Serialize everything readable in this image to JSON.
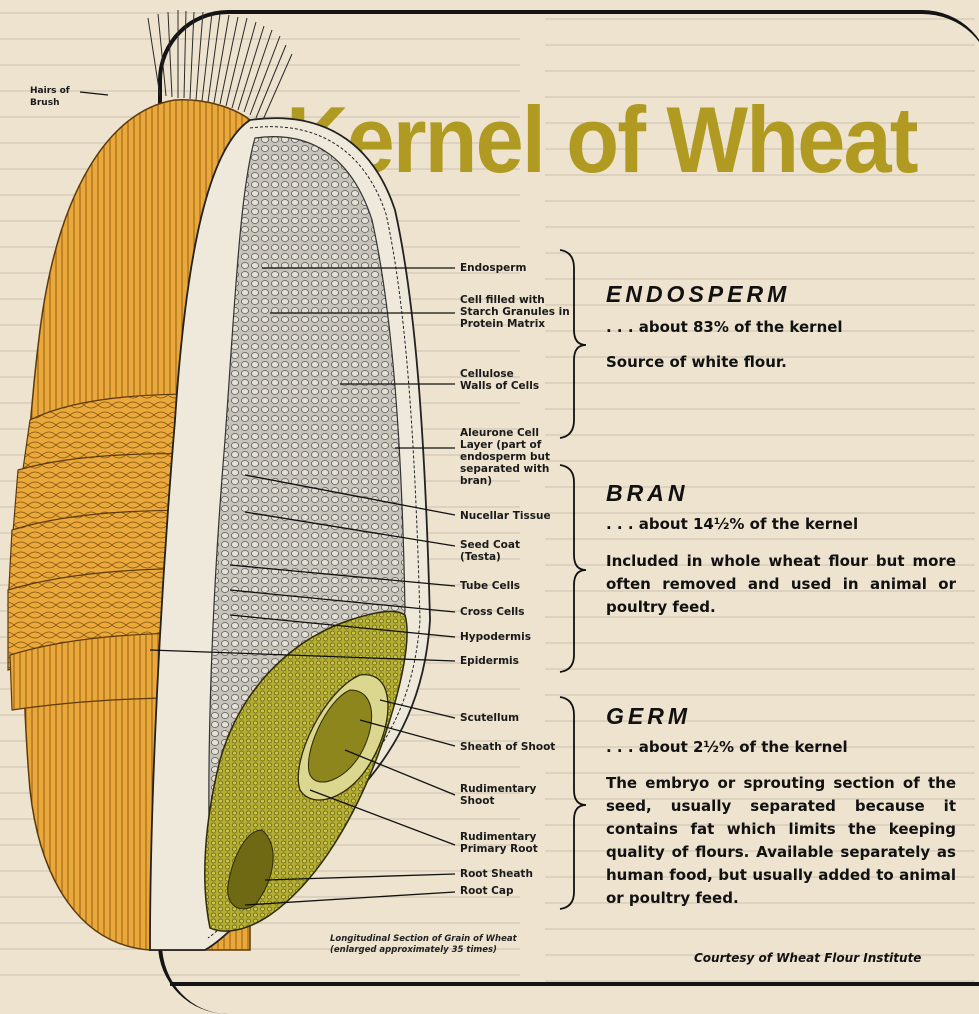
{
  "title": "Kernel of Wheat",
  "labels": {
    "hairs": "Hairs of Brush",
    "endosperm": "Endosperm",
    "cell_filled": "Cell filled with Starch Granules in Protein Matrix",
    "cellulose": "Cellulose Walls of Cells",
    "aleurone": "Aleurone Cell Layer (part of endosperm but separated with bran)",
    "nucellar": "Nucellar Tissue",
    "seed_coat": "Seed Coat (Testa)",
    "tube_cells": "Tube Cells",
    "cross_cells": "Cross Cells",
    "hypodermis": "Hypodermis",
    "epidermis": "Epidermis",
    "scutellum": "Scutellum",
    "sheath_shoot": "Sheath of Shoot",
    "rud_shoot": "Rudimentary Shoot",
    "rud_root": "Rudimentary Primary Root",
    "root_sheath": "Root Sheath",
    "root_cap": "Root Cap"
  },
  "sections": {
    "endosperm": {
      "name": "ENDOSPERM",
      "percent": ". . . about 83% of the kernel",
      "desc": "Source of white flour."
    },
    "bran": {
      "name": "BRAN",
      "percent": ". . . about 14½% of the kernel",
      "desc": "Included in whole wheat flour but more often removed and used in animal or poultry feed."
    },
    "germ": {
      "name": "GERM",
      "percent": ". . . about 2½% of the kernel",
      "desc": "The embryo or sprouting section of the seed, usually separated because it contains fat which limits the keeping quality of flours. Available separately as human food, but usually added to animal or poultry feed."
    }
  },
  "caption": "Longitudinal Section of Grain of Wheat (enlarged approximately 35 times)",
  "courtesy": "Courtesy of Wheat Flour Institute",
  "colors": {
    "title": "#b09a22",
    "bran": "#e9a83a",
    "germ": "#bdb53a",
    "endosperm": "#b9b5ac",
    "background": "#ede3cf"
  }
}
